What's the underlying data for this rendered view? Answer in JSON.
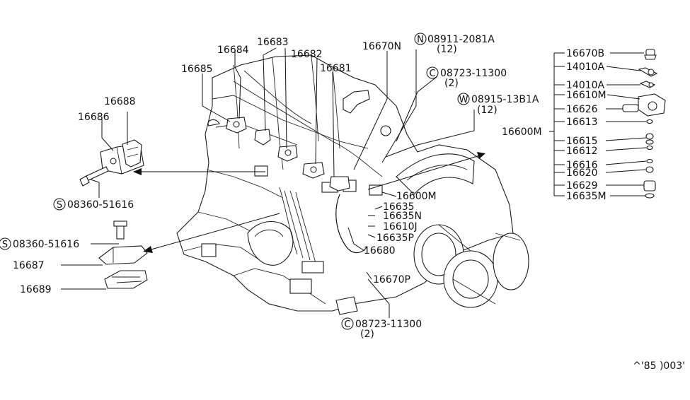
{
  "diagram": {
    "footer_code": "^'85 )003'",
    "parts": {
      "p16684": "16684",
      "p16683": "16683",
      "p16682": "16682",
      "p16681": "16681",
      "p16685": "16685",
      "p16688": "16688",
      "p16686": "16686",
      "p16687": "16687",
      "p16689": "16689",
      "p16670n": "16670N",
      "p16600m_mid": "16600M",
      "p16635": "16635",
      "p16635n": "16635N",
      "p16610j": "16610J",
      "p16635p": "16635P",
      "p16680": "16680",
      "p16670p": "16670P",
      "p16600m_right": "16600M"
    },
    "fasteners": {
      "n1": {
        "symbol": "N",
        "code": "08911-2081A",
        "qty": "(12)"
      },
      "c1": {
        "symbol": "C",
        "code": "08723-11300",
        "qty": "(2)"
      },
      "w1": {
        "symbol": "W",
        "code": "08915-13B1A",
        "qty": "(12)"
      },
      "s1": {
        "symbol": "S",
        "code": "08360-51616"
      },
      "s2": {
        "symbol": "S",
        "code": "08360-51616"
      },
      "c2": {
        "symbol": "C",
        "code": "08723-11300",
        "qty": "(2)"
      }
    },
    "injector_parts": [
      "16670B",
      "14010A",
      "14010A",
      "16610M",
      "16626",
      "16613",
      "16615",
      "16612",
      "16616",
      "16620",
      "16629",
      "16635M"
    ]
  }
}
